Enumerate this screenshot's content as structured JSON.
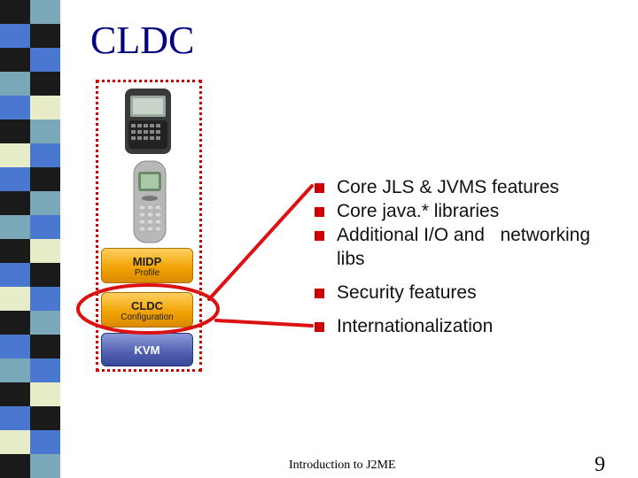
{
  "slide": {
    "title": "CLDC",
    "footer": "Introduction to J2ME",
    "page_number": "9"
  },
  "stack": {
    "midp": {
      "label": "MIDP",
      "sublabel": "Profile"
    },
    "cldc": {
      "label": "CLDC",
      "sublabel": "Configuration"
    },
    "kvm": {
      "label": "KVM"
    }
  },
  "bullets": [
    {
      "text": "Core JLS & JVMS features"
    },
    {
      "text": "Core java.* libraries"
    },
    {
      "text": "Additional I/O and   networking"
    },
    {
      "text": "libs"
    },
    {
      "text": "Security features"
    },
    {
      "text": "Internationalization"
    }
  ],
  "colors": {
    "title": "#000080",
    "bullet_marker": "#cc0000",
    "highlight": "#dd1111",
    "midp_cldc_fill": "#f0a000",
    "kvm_fill": "#5060b0"
  }
}
